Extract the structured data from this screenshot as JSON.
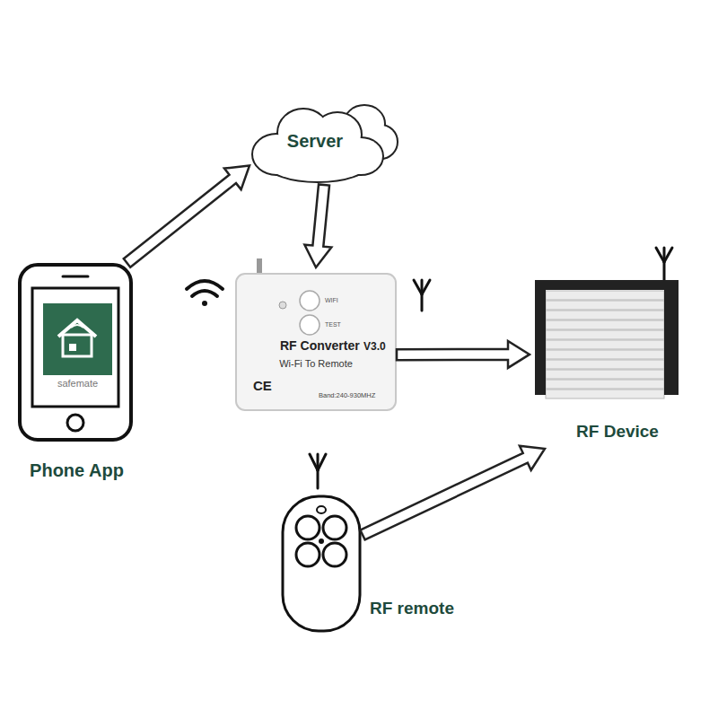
{
  "diagram": {
    "nodes": [
      {
        "text": [
          "Server"
        ]
      },
      {
        "text": [
          "safemate",
          "Phone App"
        ]
      },
      {
        "text": [
          "WIFI",
          "TEST",
          "RF Converter",
          "V3.0",
          "Wi-Fi To Remote",
          "CE",
          "Band:240-930MHZ"
        ]
      },
      {
        "text": [
          "RF Device"
        ]
      },
      {
        "text": [
          "RF remote"
        ]
      }
    ],
    "edges": [
      {
        "from": 1,
        "to": 0,
        "arrow": "to"
      },
      {
        "from": 0,
        "to": 2,
        "arrow": "to"
      },
      {
        "from": 2,
        "to": 3,
        "arrow": "to"
      },
      {
        "from": 4,
        "to": 3,
        "arrow": "to"
      }
    ]
  }
}
